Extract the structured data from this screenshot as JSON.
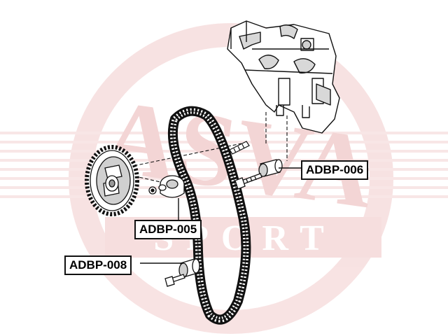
{
  "watermark": {
    "brand_word": "ASVA",
    "brand_subword": "SPORT",
    "color": "#e9a9a9"
  },
  "colors": {
    "line": "#111111",
    "label_border": "#111111",
    "label_fill": "#ffffff"
  },
  "labels": [
    {
      "id": "label-006",
      "text": "ADBP-006"
    },
    {
      "id": "label-005",
      "text": "ADBP-005"
    },
    {
      "id": "label-008",
      "text": "ADBP-008"
    }
  ]
}
